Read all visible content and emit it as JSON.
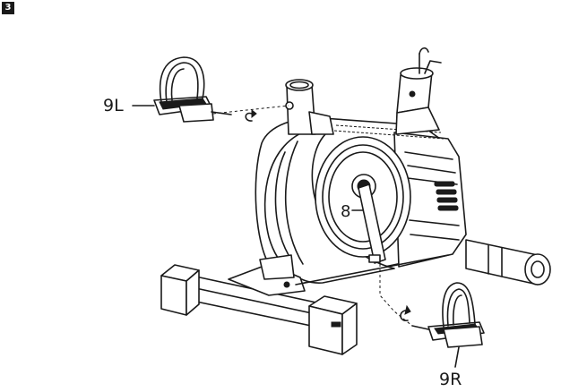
{
  "step_number": "3",
  "labels": {
    "left_pedal": "9L",
    "right_pedal": "9R",
    "crank_arm": "8"
  },
  "colors": {
    "line": "#1a1a1a",
    "background": "#ffffff"
  },
  "icons": [
    "counterclockwise-arrow-icon",
    "clockwise-arrow-icon"
  ]
}
